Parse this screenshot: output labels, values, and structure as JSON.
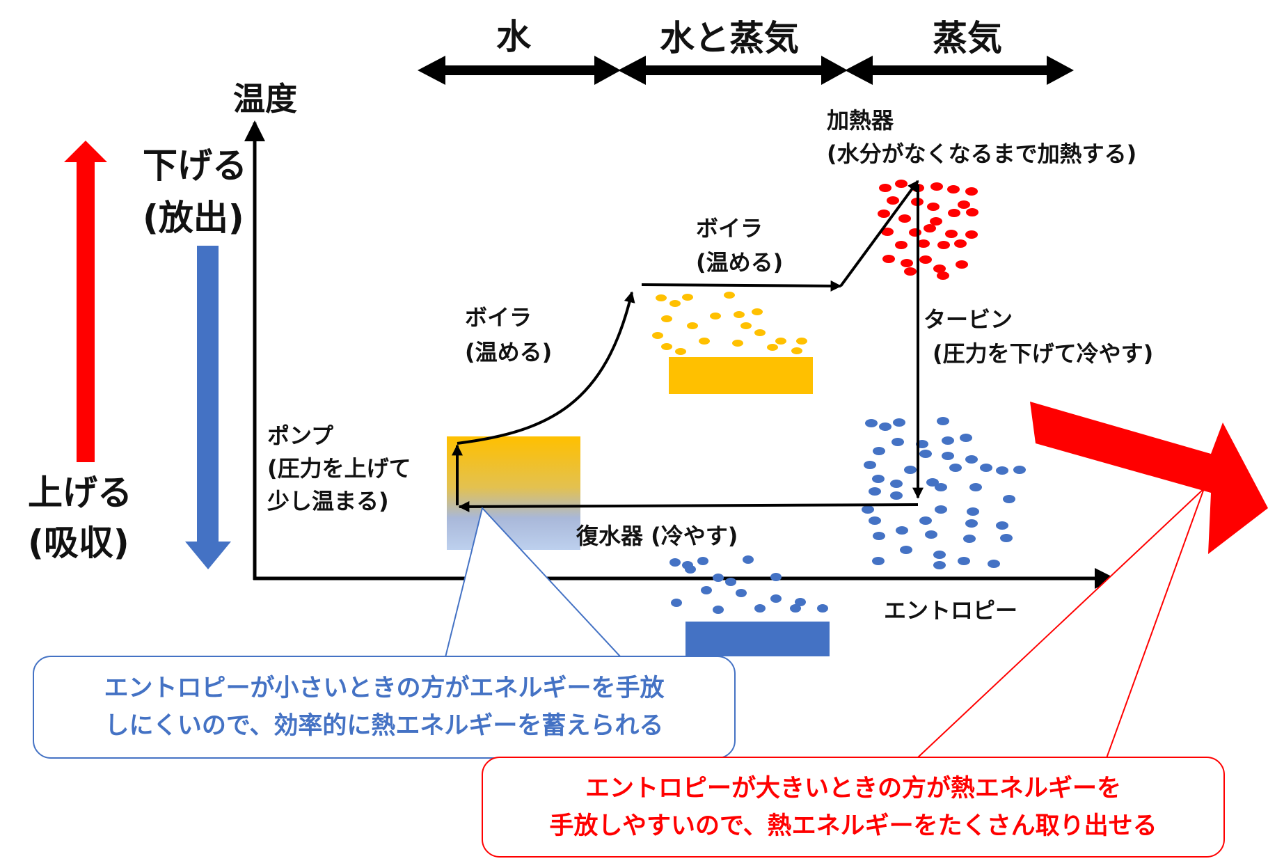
{
  "phases": {
    "water": "水",
    "water_steam": "水と蒸気",
    "steam": "蒸気"
  },
  "axes": {
    "y_label": "温度",
    "x_label": "エントロピー"
  },
  "left_arrows": {
    "lower_line1": "下げる",
    "lower_line2": "(放出)",
    "raise_line1": "上げる",
    "raise_line2": "(吸収)"
  },
  "stages": {
    "pump_line1": "ポンプ",
    "pump_line2": "(圧力を上げて",
    "pump_line3": "少し温まる)",
    "boiler1_line1": "ボイラ",
    "boiler1_line2": "(温める)",
    "boiler2_line1": "ボイラ",
    "boiler2_line2": "(温める)",
    "heater_line1": "加熱器",
    "heater_line2": "(水分がなくなるまで加熱する)",
    "turbine_line1": "タービン",
    "turbine_line2": "(圧力を下げて冷やす)",
    "condenser": "復水器 (冷やす)"
  },
  "callouts": {
    "blue_line1": "エントロピーが小さいときの方がエネルギーを手放",
    "blue_line2": "しにくいので、効率的に熱エネルギーを蓄えられる",
    "red_line1": "エントロピーが大きいときの方が熱エネルギーを",
    "red_line2": "手放しやすいので、熱エネルギーをたくさん取り出せる"
  },
  "colors": {
    "red": "#ff0000",
    "blue": "#4472c4",
    "gold": "#ffc000",
    "black": "#000000"
  }
}
